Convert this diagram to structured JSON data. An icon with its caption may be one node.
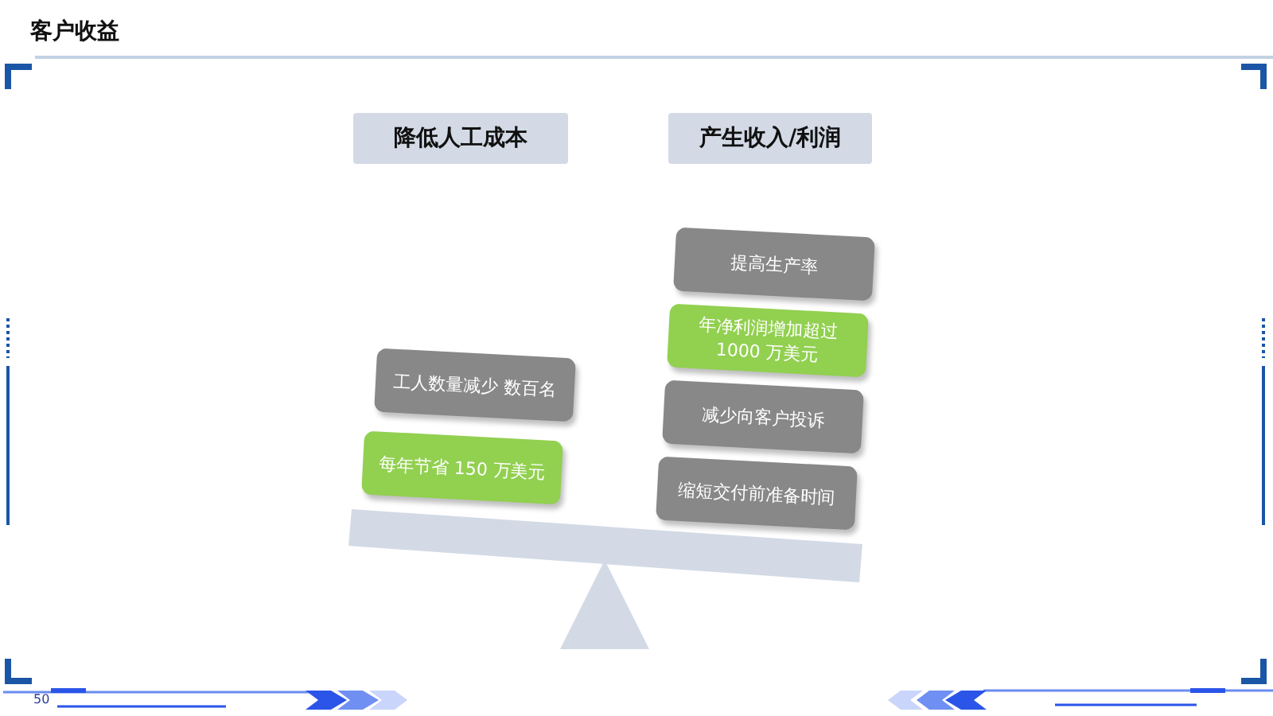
{
  "diagram": {
    "title": "客户收益",
    "nodes": [
      {
        "text": [
          "降低人工成本"
        ]
      },
      {
        "text": [
          "产生收入/利润"
        ]
      },
      {
        "text": [
          "工人数量减少 数百名"
        ]
      },
      {
        "text": [
          "每年节省 150 万美元"
        ]
      },
      {
        "text": [
          "提高生产率"
        ]
      },
      {
        "text": [
          "年净利润增加超过 1000 万美元"
        ]
      },
      {
        "text": [
          "减少向客户投诉"
        ]
      },
      {
        "text": [
          "缩短交付前准备时间"
        ]
      }
    ],
    "labels": [
      "50"
    ]
  }
}
